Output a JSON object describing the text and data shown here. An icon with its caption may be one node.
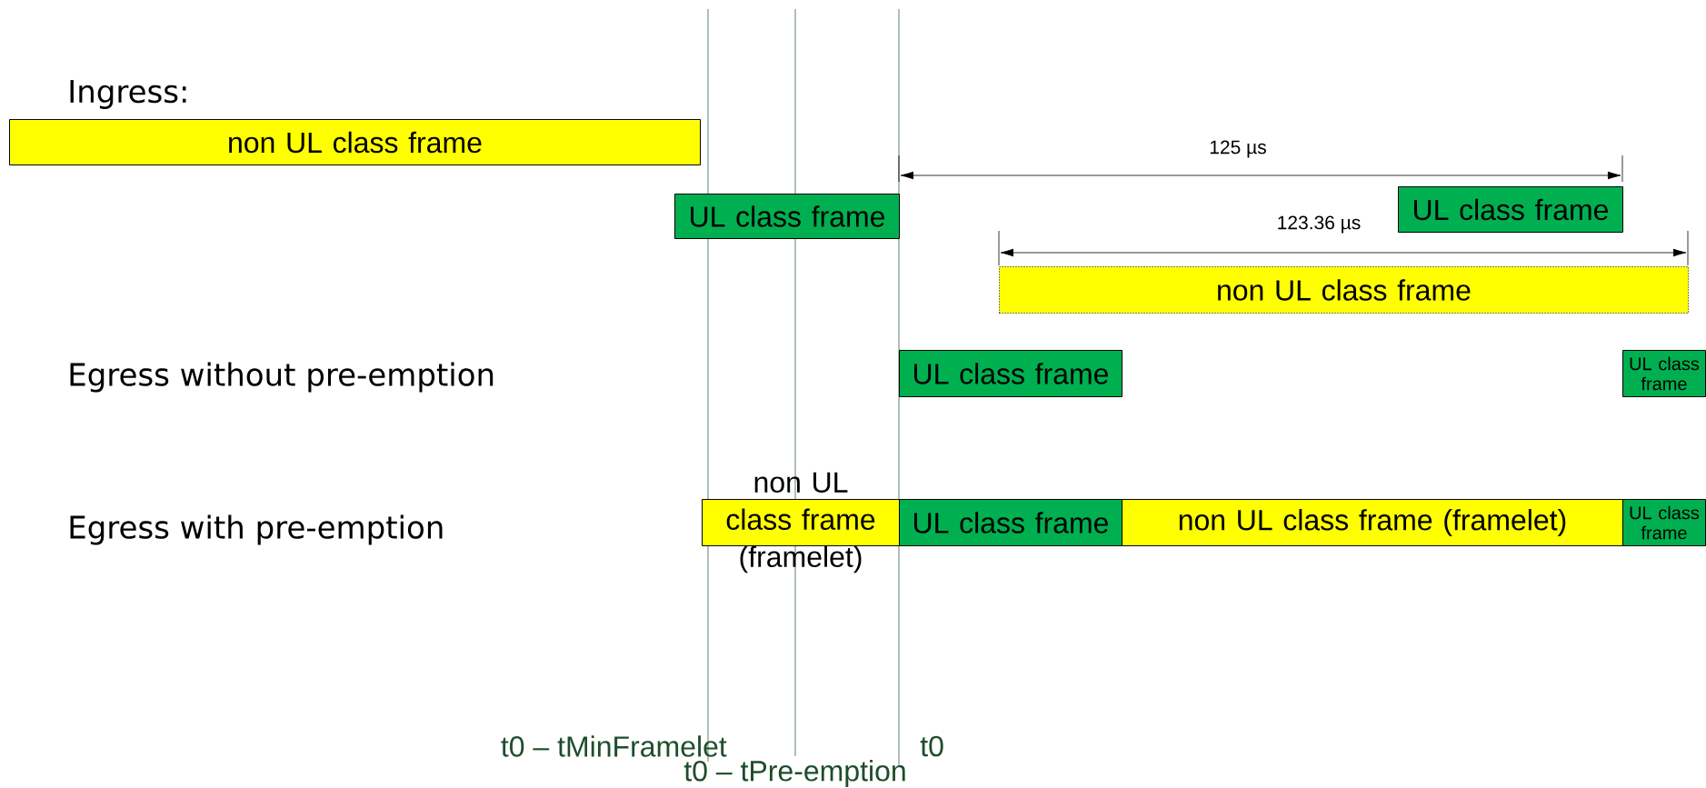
{
  "diagram": {
    "nodes": [
      {
        "text": [
          "non UL class frame"
        ]
      },
      {
        "text": [
          "UL class frame"
        ]
      },
      {
        "text": [
          "UL class frame"
        ]
      },
      {
        "text": [
          "non UL class frame"
        ]
      },
      {
        "text": [
          "UL class frame"
        ]
      },
      {
        "text": [
          "UL class frame"
        ]
      },
      {
        "text": [
          "non UL class frame (framelet)"
        ]
      },
      {
        "text": [
          "UL class frame"
        ]
      },
      {
        "text": [
          "non UL class frame (framelet)"
        ]
      },
      {
        "text": [
          "UL class frame"
        ]
      }
    ],
    "labels": [
      "Ingress:",
      "125 µs",
      "123.36 µs",
      "Egress without pre-emption",
      "Egress with pre-emption",
      "t0 – tMinFramelet",
      "t0",
      "t0 – tPre-emption"
    ]
  }
}
